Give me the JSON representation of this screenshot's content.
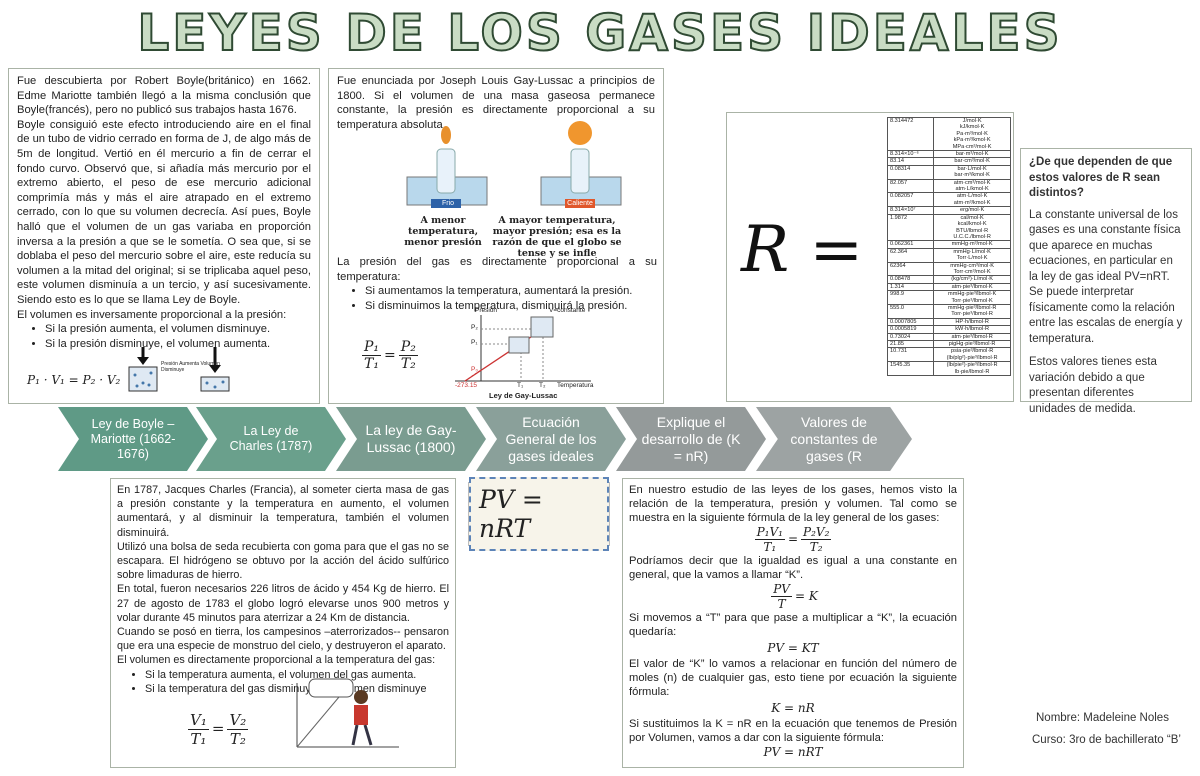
{
  "title": "LEYES DE LOS GASES IDEALES",
  "boyle": {
    "p1": "Fue descubierta por Robert Boyle(británico) en 1662. Edme Mariotte también llegó a la misma conclusión que Boyle(francés), pero no publicó sus trabajos hasta 1676.",
    "p2": "Boyle consiguió este efecto introduciendo aire en el final de un tubo de vidrio cerrado en forma de J, de algo más de 5m de longitud. Vertió en él mercurio a fin de cerrar el fondo curvo. Observó que, si añadía más mercurio por el extremo abierto, el peso de ese mercurio adicional comprimía más y más el aire atrapado en el extremo cerrado, con lo que su volumen decrecía. Así pues, Boyle halló que el volumen de un gas variaba en proporción inversa a la presión a que se le sometía. O sea que, si se doblaba el peso del mercurio sobre el aire, este reducía su volumen a la mitad del original; si se triplicaba aquel peso, este volumen disminuía a un tercio, y así sucesivamente. Siendo esto es lo que se llama Ley de Boyle.",
    "p3": "El volumen es inversamente proporcional a la presión:",
    "b1": "Si la presión aumenta, el volumen disminuye.",
    "b2": "Si la presión disminuye, el volumen aumenta.",
    "formula": "P₁ · V₁ = P₂ · V₂",
    "img_label": "Presión Aumenta Volumen Disminuye"
  },
  "gay": {
    "p1": "Fue enunciada por Joseph Louis Gay-Lussac a principios de 1800. Si el volumen de una masa gaseosa permanece constante, la presión es directamente proporcional a su temperatura absoluta.",
    "frio": "Frio",
    "caliente": "Caliente",
    "cap1": "A menor temperatura, menor presión",
    "cap2": "A mayor temperatura, mayor presión; esa es la razón de que el globo se tense y se infle",
    "p2": "La presión del gas es directamente proporcional a su temperatura:",
    "b1": "Si aumentamos la temperatura, aumentará la presión.",
    "b2": "Si disminuimos la temperatura, disminuirá la presión.",
    "formula": {
      "n1": "P₁",
      "d1": "T₁",
      "n2": "P₂",
      "d2": "T₂"
    },
    "graph": {
      "ylabel": "Presión",
      "vlabel": "V=constante",
      "p2": "P₂",
      "p1": "P₁",
      "p0": "P₀",
      "t0": "-273.15",
      "t1": "T₁",
      "t2": "T₂",
      "xlabel": "Temperatura",
      "caption": "Ley de Gay-Lussac"
    }
  },
  "rconst": {
    "symbol": "R =",
    "rows": [
      [
        "8.314472",
        "J/mol·K\nkJ/kmol·K\nPa·m³/mol·K\nkPa·m³/kmol·K\nMPa·cm³/mol·K"
      ],
      [
        "8.314×10⁻⁶",
        "bar·m³/mol·K"
      ],
      [
        "83.14",
        "bar·cm³/mol·K"
      ],
      [
        "0.08314",
        "bar·L/mol·K\nbar·m³/kmol·K"
      ],
      [
        "82.057",
        "atm·cm³/mol·K\natm·L/kmol·K"
      ],
      [
        "0.082057",
        "atm·L/mol·K\natm·m³/kmol·K"
      ],
      [
        "8.314×10⁷",
        "erg/mol·K"
      ],
      [
        "1.9872",
        "cal/mol·K\nkcal/kmol·K\nBTU/lbmol·R\nU.C.C./lbmol·R"
      ],
      [
        "0.062361",
        "mmHg·m³/mol·K"
      ],
      [
        "62.364",
        "mmHg·L/mol·K\nTorr·L/mol·K"
      ],
      [
        "62364",
        "mmHg·cm³/mol·K\nTorr·cm³/mol·K"
      ],
      [
        "0.08478",
        "(kg/cm²)·L/mol·K"
      ],
      [
        "1.314",
        "atm·pie³/lbmol·K"
      ],
      [
        "998.9",
        "mmHg·pie³/lbmol·K\nTorr·pie³/lbmol·K"
      ],
      [
        "555.0",
        "mmHg·pie³/lbmol·R\nTorr·pie³/lbmol·R"
      ],
      [
        "0.0007805",
        "HP·h/lbmol·R"
      ],
      [
        "0.0005819",
        "kW·h/lbmol·R"
      ],
      [
        "0.73024",
        "atm·pie³/lbmol·R"
      ],
      [
        "21.85",
        "pigHg·pie³/lbmol·R"
      ],
      [
        "10.731",
        "psia·pie³/lbmol·R\n(lb/plg²)·pie³/lbmol·R"
      ],
      [
        "1545.35",
        "(lb/pie²)·pie³/lbmol·R\nlb·pie/lbmol·R"
      ]
    ]
  },
  "side": {
    "heading": "¿De que dependen de que estos valores de R sean distintos?",
    "p1": "La constante universal de los gases es una constante física que aparece en muchas ecuaciones, en particular en la ley de gas ideal PV=nRT. Se puede interpretar físicamente como la relación entre las escalas de energía y temperatura.",
    "p2": "Estos valores tienes esta variación debido a que presentan diferentes unidades de medida."
  },
  "timeline": [
    {
      "label": "Ley de Boyle – Mariotte (1662-1676)",
      "color": "#5f9a86"
    },
    {
      "label": "La Ley de Charles (1787)",
      "color": "#6aa08c"
    },
    {
      "label": "La ley de Gay-Lussac (1800)",
      "color": "#7a9c90"
    },
    {
      "label": "Ecuación General de los gases ideales",
      "color": "#8aa09a"
    },
    {
      "label": "Explique el desarrollo de (K = nR)",
      "color": "#949a9a"
    },
    {
      "label": "Valores de constantes de gases (R",
      "color": "#9da3a3"
    }
  ],
  "charles": {
    "p1": "En 1787, Jacques Charles (Francia), al someter cierta masa de gas a presión constante y la temperatura en aumento, el volumen aumentará, y al disminuir la temperatura, también el volumen disminuirá.",
    "p2": "Utilizó una bolsa de seda recubierta con goma para que el gas no se escapara. El hidrógeno se obtuvo por la acción del ácido sulfúrico sobre limaduras de hierro.",
    "p3": "En total, fueron necesarios 226 litros de ácido y 454 Kg de hierro. El 27 de agosto de 1783 el globo logró elevarse unos 900 metros y volar durante 45 minutos para aterrizar a 24 Km de distancia.",
    "p4": "Cuando se posó en tierra, los campesinos –aterrorizados-- pensaron que era una especie de monstruo del cielo, y destruyeron el aparato.",
    "p5": "El volumen es directamente proporcional a la temperatura del gas:",
    "b1": "Si la temperatura aumenta, el volumen del gas aumenta.",
    "b2": "Si la temperatura del gas disminuye, el volumen disminuye",
    "formula": {
      "n1": "V₁",
      "d1": "T₁",
      "n2": "V₂",
      "d2": "T₂"
    }
  },
  "pv": {
    "formula": "PV = nRT"
  },
  "explain": {
    "p1": "En nuestro estudio de las leyes de los gases, hemos visto la relación de la temperatura, presión y volumen. Tal como se muestra en la siguiente fórmula de la ley general de los gases:",
    "f1": {
      "n1": "P₁V₁",
      "d1": "T₁",
      "n2": "P₂V₂",
      "d2": "T₂"
    },
    "p2": "Podríamos decir que la igualdad es igual a una constante en general, que la vamos a llamar “K”.",
    "f2": {
      "num": "PV",
      "den": "T",
      "rhs": "= K"
    },
    "p3": "Si movemos a “T” para que pase a multiplicar a “K”, la ecuación quedaría:",
    "f3": "PV = KT",
    "p4": "El valor de “K” lo vamos a relacionar en función del número de moles (n) de cualquier gas, esto tiene por ecuación la siguiente fórmula:",
    "f4": "K = nR",
    "p5": "Si sustituimos la K = nR en la ecuación que tenemos de Presión por Volumen, vamos a dar con la siguiente fórmula:",
    "f5": "PV = nRT"
  },
  "footer": {
    "name": "Nombre: Madeleine Noles",
    "course": "Curso: 3ro de bachillerato “B’"
  }
}
